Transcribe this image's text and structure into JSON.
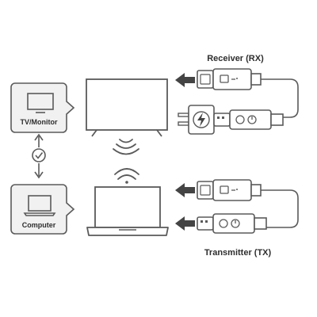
{
  "labels": {
    "tv_monitor": "TV/Monitor",
    "computer": "Computer",
    "receiver": "Receiver (RX)",
    "transmitter": "Transmitter (TX)"
  },
  "colors": {
    "line": "#5a5a5a",
    "box_fill": "#f1f1f1",
    "arrow": "#444444"
  },
  "icons": [
    "monitor-icon",
    "check-circle-icon",
    "wifi-waves-icon",
    "lightning-icon",
    "power-icon",
    "usb-plug-icon",
    "hdmi-plug-icon",
    "tv-icon",
    "laptop-icon"
  ]
}
